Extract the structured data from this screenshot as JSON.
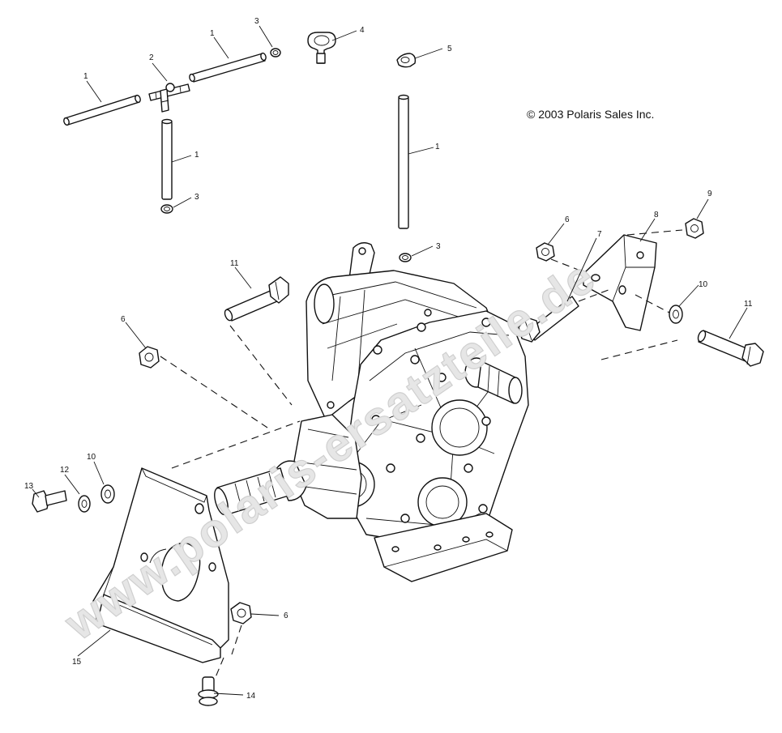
{
  "copyright": "© 2003 Polaris Sales Inc.",
  "watermark": "www.polaris-ersatzteile.de",
  "callouts": {
    "hose_lower_left": "1",
    "hose_upper": "1",
    "hose_vertical_left": "1",
    "hose_vertical_right": "1",
    "tee_fitting": "2",
    "clamp_top": "3",
    "clamp_left": "3",
    "clamp_right": "3",
    "vent_valve": "4",
    "hose_clip": "5",
    "nut_left": "6",
    "nut_right": "6",
    "nut_bracket": "6",
    "bolt_long": "7",
    "mount_bracket": "8",
    "nut_top_right": "9",
    "washer_right": "10",
    "washer_left": "10",
    "bolt_left": "11",
    "bolt_right": "11",
    "washer_lock": "12",
    "bolt_small": "13",
    "bolt_flange": "14",
    "front_bracket": "15"
  }
}
